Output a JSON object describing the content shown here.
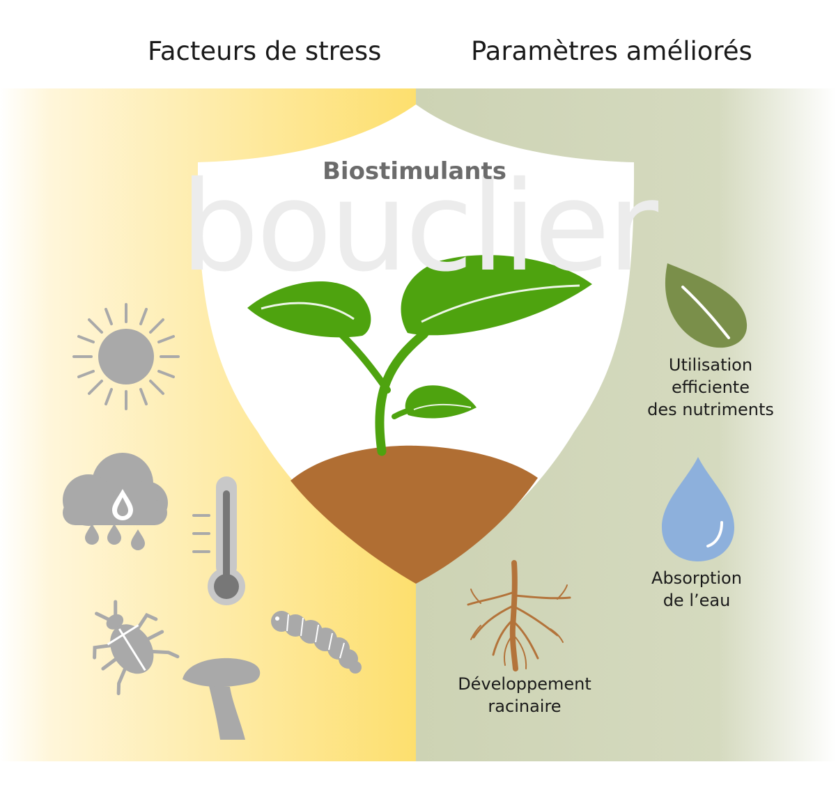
{
  "headings": {
    "left": "Facteurs de stress",
    "right": "Paramètres améliorés"
  },
  "shield": {
    "title": "Biostimulants",
    "watermark": "bouclier"
  },
  "benefits": {
    "nutrients": [
      "Utilisation",
      "efficiente",
      "des nutriments"
    ],
    "water": [
      "Absorption",
      "de l’eau"
    ],
    "roots": [
      "Développement",
      "racinaire"
    ]
  },
  "stress_icons": [
    "sun-icon",
    "rain-cloud-icon",
    "thermometer-icon",
    "beetle-icon",
    "mushroom-icon",
    "larva-icon"
  ],
  "benefit_icons": [
    "leaf-icon",
    "water-drop-icon",
    "root-icon"
  ],
  "colors": {
    "stress_panel": "#fde07a",
    "benefit_panel": "#cfd5b8",
    "shield": "#ffffff",
    "plant_green": "#4ea30f",
    "soil": "#b06e33",
    "icon_gray": "#a9a9a9",
    "leaf_olive": "#7a8f4a",
    "water_blue": "#8db0dc",
    "root_brown": "#b3733a"
  }
}
